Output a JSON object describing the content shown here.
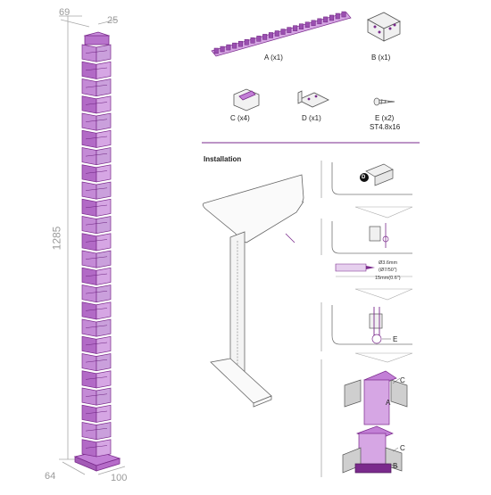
{
  "dimensions": {
    "top_width": "69",
    "top_depth": "25",
    "height": "1285",
    "base_depth": "64",
    "base_width": "100"
  },
  "parts": [
    {
      "label": "A (x1)",
      "icon": "cable-spine-chain-icon"
    },
    {
      "label": "B (x1)",
      "icon": "mounting-bracket-icon"
    },
    {
      "label": "C (x4)",
      "icon": "clip-icon"
    },
    {
      "label": "D (x1)",
      "icon": "angle-bracket-icon"
    },
    {
      "label": "E (x2)",
      "sublabel": "ST4.8x16",
      "icon": "screw-icon"
    }
  ],
  "installation": {
    "title": "Installation",
    "step_marker": "D",
    "drill_diameter": "Ø3.6mm",
    "drill_diameter_in": "(Ø7/50\")",
    "drill_depth": "15mm(0.6\")",
    "callout_e": "E",
    "callout_c1": "C",
    "callout_a": "A",
    "callout_c2": "C",
    "callout_b": "B"
  },
  "colors": {
    "accent": "#7a2a8c",
    "accent_fill": "#c27fd6",
    "line": "#555555",
    "dim_line": "#a0a0a0"
  }
}
